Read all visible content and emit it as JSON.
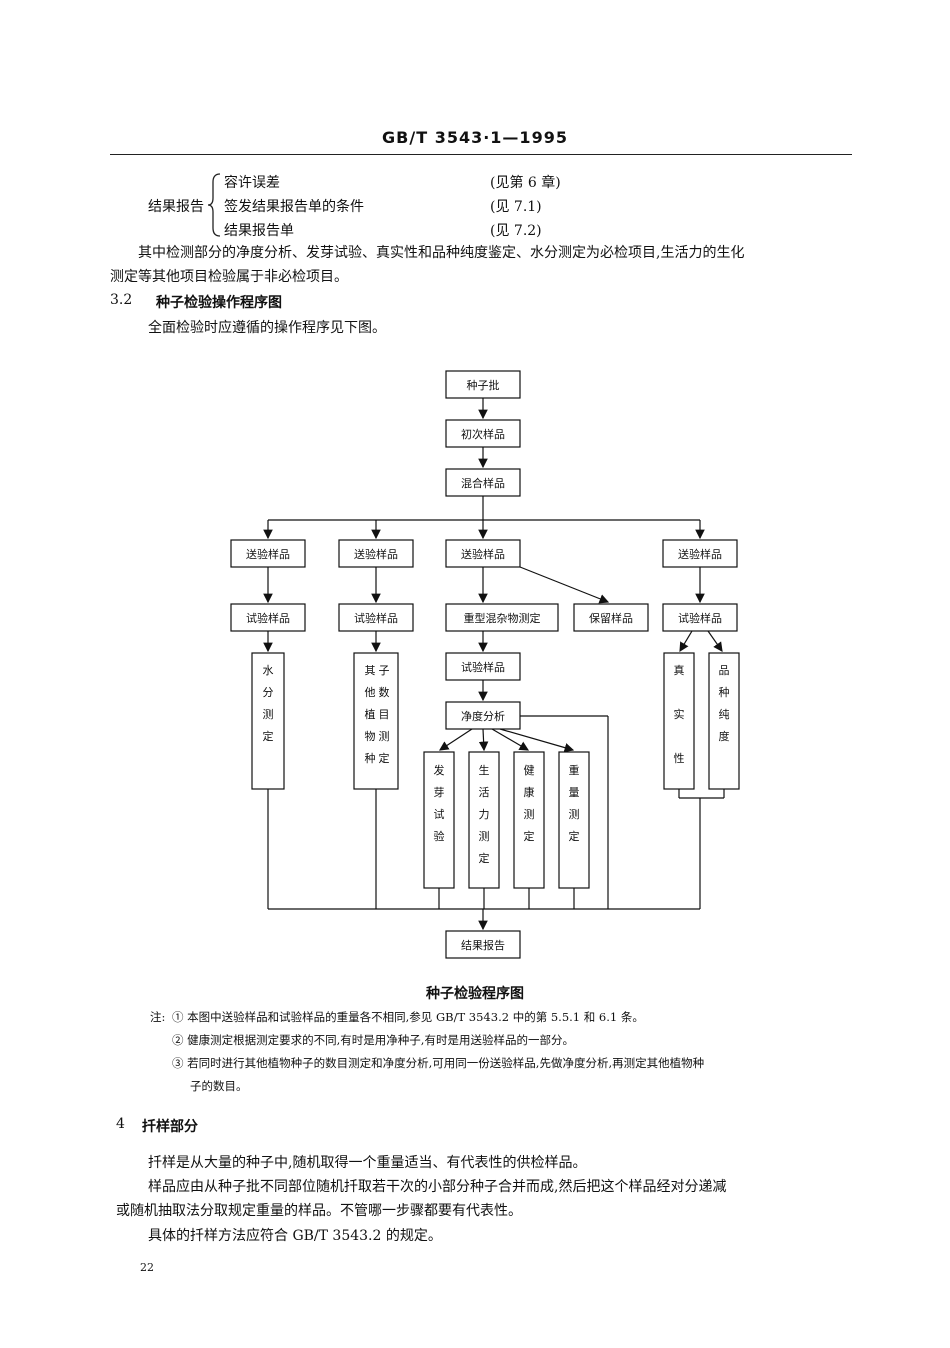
{
  "header": {
    "standard": "GB/T  3543·1—1995"
  },
  "result_report": {
    "label": "结果报告",
    "items": [
      {
        "name": "容许误差",
        "ref": "(见第 6 章)"
      },
      {
        "name": "签发结果报告单的条件",
        "ref": "(见 7.1)"
      },
      {
        "name": "结果报告单",
        "ref": "(见 7.2)"
      }
    ]
  },
  "paragraph_1": {
    "line1": "其中检测部分的净度分析、发芽试验、真实性和品种纯度鉴定、水分测定为必检项目,生活力的生化",
    "line2": "测定等其他项目检验属于非必检项目。"
  },
  "section_3_2": {
    "number": "3.2",
    "title": "种子检验操作程序图",
    "text": "全面检验时应遵循的操作程序见下图。"
  },
  "flowchart": {
    "lot": "种子批",
    "primary": "初次样品",
    "composite": "混合样品",
    "submitted": "送验样品",
    "working": "试验样品",
    "heavy": "重型混杂物测定",
    "retained": "保留样品",
    "purity": "净度分析",
    "moisture": [
      "水",
      "分",
      "测",
      "定"
    ],
    "other_col1": [
      "其",
      "他",
      "植",
      "物",
      "种"
    ],
    "other_col2": [
      "子",
      "数",
      "目",
      "测",
      "定"
    ],
    "germination": [
      "发",
      "芽",
      "试",
      "验"
    ],
    "viability": [
      "生",
      "活",
      "力",
      "测",
      "定"
    ],
    "health": [
      "健",
      "康",
      "测",
      "定"
    ],
    "weight": [
      "重",
      "量",
      "测",
      "定"
    ],
    "authenticity": [
      "真",
      "实",
      "性"
    ],
    "variety_purity": [
      "品",
      "种",
      "纯",
      "度"
    ],
    "result": "结果报告",
    "caption": "种子检验程序图"
  },
  "notes": {
    "prefix": "注:",
    "n1": "① 本图中送验样品和试验样品的重量各不相同,参见 GB/T 3543.2 中的第 5.5.1 和 6.1 条。",
    "n2": "② 健康测定根据测定要求的不同,有时是用净种子,有时是用送验样品的一部分。",
    "n3_line1": "③ 若同时进行其他植物种子的数目测定和净度分析,可用同一份送验样品,先做净度分析,再测定其他植物种",
    "n3_line2": "子的数目。"
  },
  "section_4": {
    "number": "4",
    "title": "扦样部分",
    "p1": "扦样是从大量的种子中,随机取得一个重量适当、有代表性的供检样品。",
    "p2_line1": "样品应由从种子批不同部位随机扦取若干次的小部分种子合并而成,然后把这个样品经对分递减",
    "p2_line2": "或随机抽取法分取规定重量的样品。不管哪一步骤都要有代表性。",
    "p3": "具体的扦样方法应符合 GB/T 3543.2 的规定。"
  },
  "page_number": "22"
}
